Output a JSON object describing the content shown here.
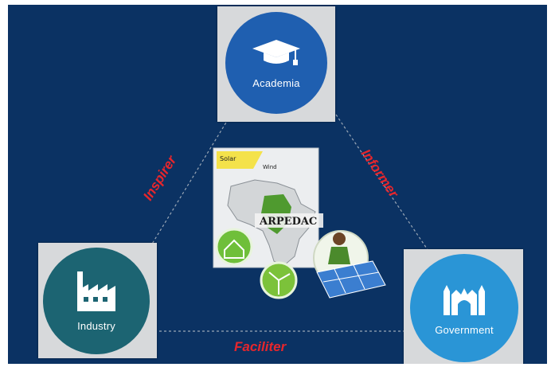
{
  "nodes": {
    "academia": {
      "label": "Academia",
      "icon": "graduation-cap-icon",
      "color": "#1f5fb0"
    },
    "industry": {
      "label": "Industry",
      "icon": "factory-icon",
      "color": "#1c6472"
    },
    "government": {
      "label": "Government",
      "icon": "government-building-icon",
      "color": "#2a95d6"
    }
  },
  "edges": {
    "left": "Inspirer",
    "right": "Informer",
    "bottom": "Faciliter"
  },
  "central": {
    "title": "ARPEDAC",
    "tag_solar": "Solar",
    "tag_wind": "Wind",
    "icons": [
      "house-icon",
      "wind-turbine-icon",
      "solar-panel-worker-icon",
      "africa-map-icon"
    ]
  },
  "colors": {
    "background": "#0b3263",
    "edge_label": "#e6262c",
    "connector": "#9aa7b6"
  }
}
